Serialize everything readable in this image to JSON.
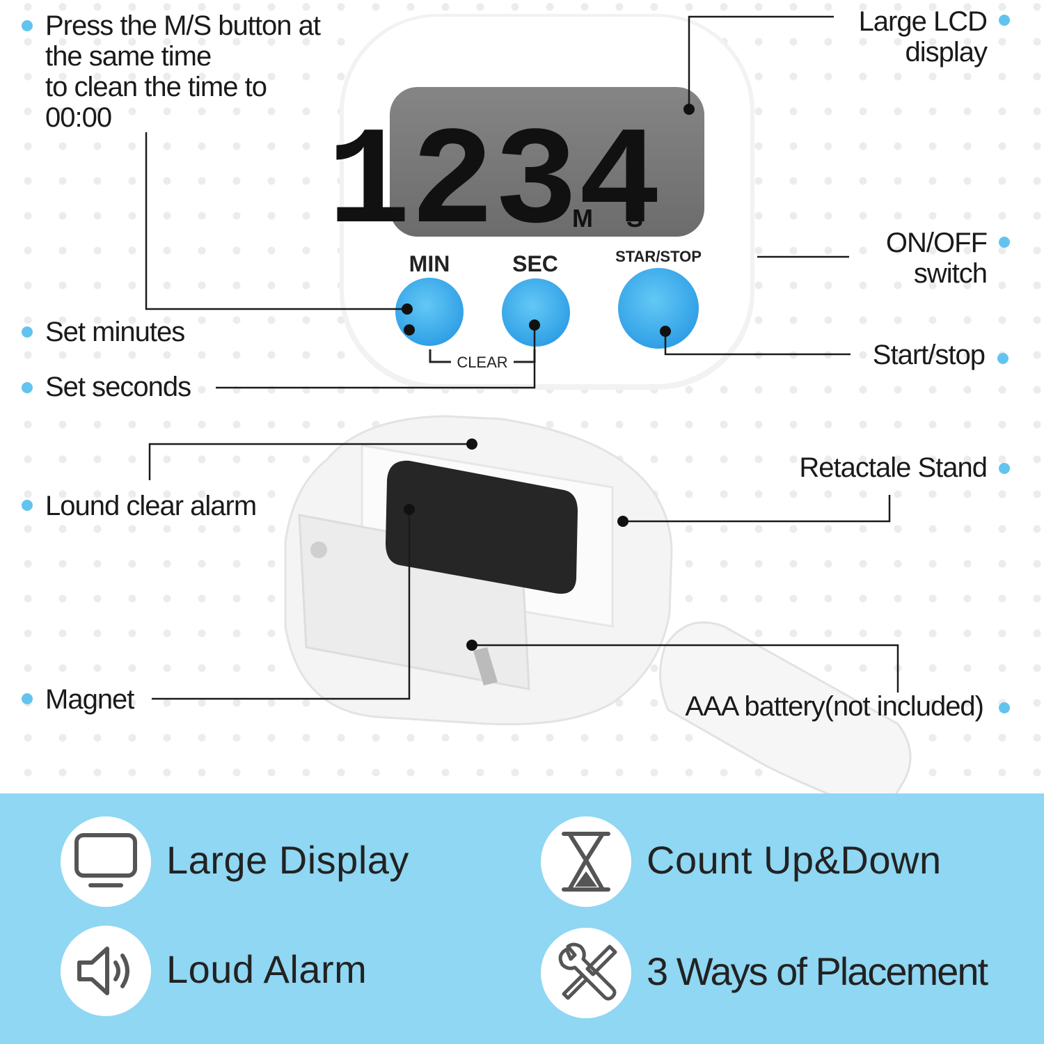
{
  "device": {
    "display_digits": "1234",
    "unit_minutes": "M",
    "unit_seconds": "S",
    "button_labels": {
      "min": "MIN",
      "sec": "SEC",
      "start_stop": "STAR/STOP"
    },
    "clear_label": "CLEAR"
  },
  "callouts": {
    "ms_clear": [
      "Press the M/S button at",
      "the same time",
      "to clean the time to",
      "00:00"
    ],
    "set_minutes": "Set minutes",
    "set_seconds": "Set seconds",
    "loud_alarm": "Lound clear alarm",
    "magnet": "Magnet",
    "lcd": [
      "Large LCD",
      "display"
    ],
    "on_off": [
      "ON/OFF",
      "switch"
    ],
    "start_stop": "Start/stop",
    "stand": "Retactale Stand",
    "battery": "AAA battery(not included)"
  },
  "features": [
    {
      "icon": "monitor-icon",
      "label": "Large Display"
    },
    {
      "icon": "hourglass-icon",
      "label": "Count Up&Down"
    },
    {
      "icon": "speaker-icon",
      "label": "Loud Alarm"
    },
    {
      "icon": "tools-icon",
      "label": "3 Ways of Placement"
    }
  ],
  "colors": {
    "accent": "#62c4ee",
    "button": "#45b4ee",
    "band": "#8fd7f3",
    "lcd": "#7c7c7c"
  }
}
